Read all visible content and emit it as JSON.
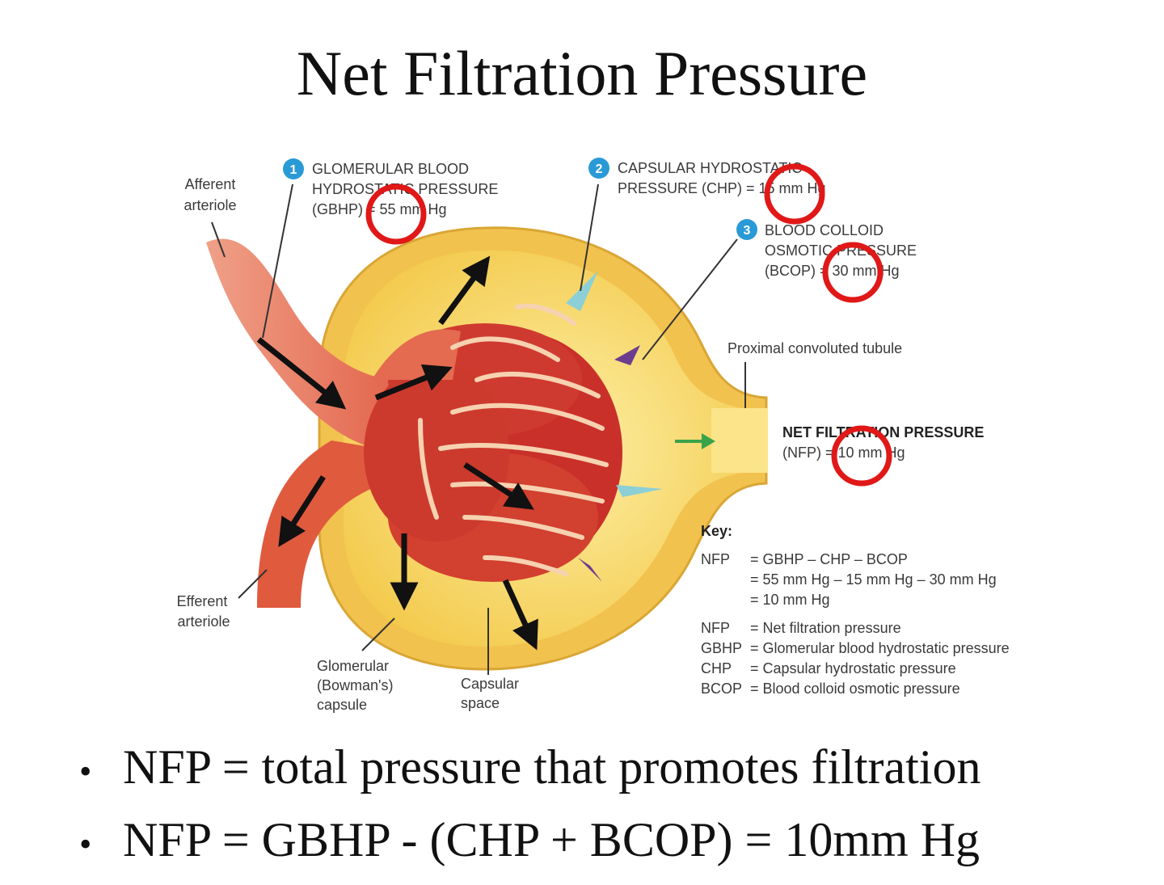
{
  "title": "Net Filtration Pressure",
  "labels": {
    "afferent": [
      "Afferent",
      "arteriole"
    ],
    "efferent": [
      "Efferent",
      "arteriole"
    ],
    "capsule": [
      "Glomerular",
      "(Bowman's)",
      "capsule"
    ],
    "capsular_space": [
      "Capsular",
      "space"
    ],
    "pct": "Proximal convoluted tubule"
  },
  "callouts": [
    {
      "number": "1",
      "lines": [
        "GLOMERULAR BLOOD",
        "HYDROSTATIC PRESSURE",
        "(GBHP) = 55 mm Hg"
      ]
    },
    {
      "number": "2",
      "lines": [
        "CAPSULAR HYDROSTATIC",
        "PRESSURE (CHP) = 15 mm Hg"
      ]
    },
    {
      "number": "3",
      "lines": [
        "BLOOD COLLOID",
        "OSMOTIC PRESSURE",
        "(BCOP) = 30 mm Hg"
      ]
    }
  ],
  "nfp": {
    "heading": "NET FILTRATION PRESSURE",
    "value": "(NFP) = 10 mm Hg"
  },
  "key": {
    "heading": "Key:",
    "formula_abbr": "NFP",
    "formula": [
      "= GBHP – CHP – BCOP",
      "= 55 mm Hg – 15 mm Hg – 30 mm Hg",
      "= 10 mm Hg"
    ],
    "legend": [
      {
        "abbr": "NFP",
        "desc": "= Net filtration pressure"
      },
      {
        "abbr": "GBHP",
        "desc": "= Glomerular blood hydrostatic pressure"
      },
      {
        "abbr": "CHP",
        "desc": "= Capsular hydrostatic pressure"
      },
      {
        "abbr": "BCOP",
        "desc": "= Blood colloid osmotic pressure"
      }
    ]
  },
  "bullets": [
    "NFP = total pressure that promotes filtration",
    "NFP = GBHP - (CHP + BCOP) = 10mm Hg"
  ],
  "colors": {
    "capsule": "#f7d35a",
    "space": "#fbe48a",
    "vessel": "#e9745a",
    "capillary": "#c9302a",
    "highlight": "#e01818",
    "badge": "#2a9ad6"
  }
}
